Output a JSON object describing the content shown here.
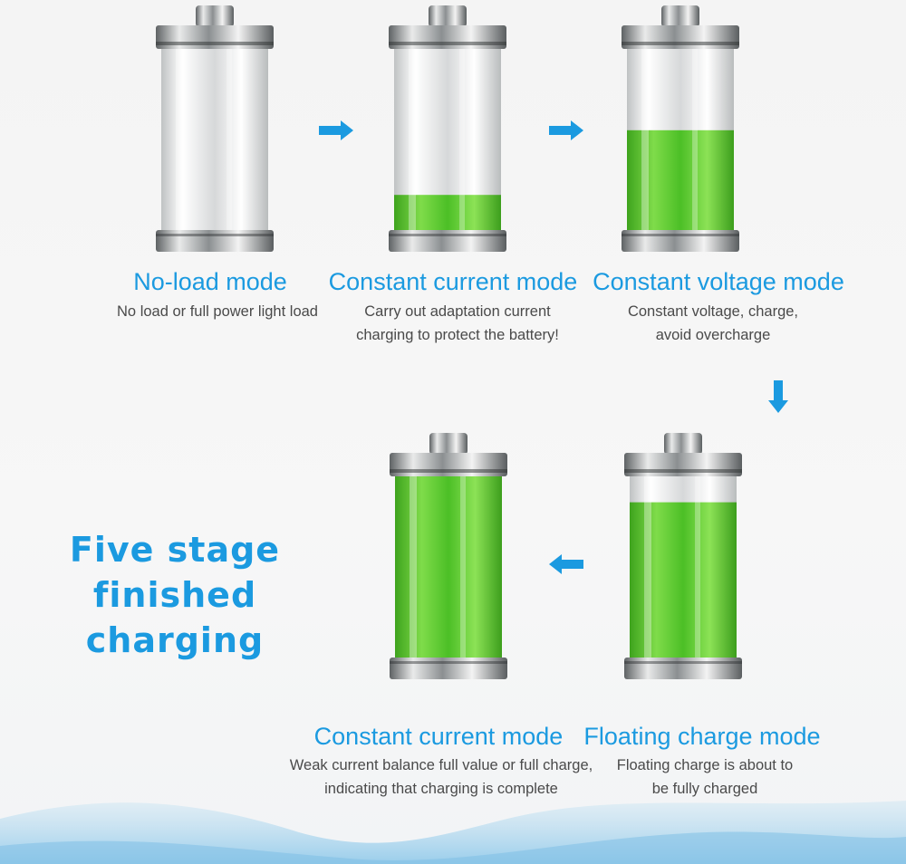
{
  "colors": {
    "accent": "#1b9ae0",
    "charge": "#5ccc33",
    "text": "#4a4a4a"
  },
  "headline": {
    "line1": "Five stage",
    "line2": "finished charging"
  },
  "stages": [
    {
      "title": "No-load mode",
      "desc": [
        "No load or full power light load"
      ],
      "fill_level": 0.0
    },
    {
      "title": "Constant current mode",
      "desc": [
        "Carry out adaptation current",
        "charging to protect the battery!"
      ],
      "fill_level": 0.2
    },
    {
      "title": "Constant voltage mode",
      "desc": [
        "Constant voltage, charge,",
        "avoid overcharge"
      ],
      "fill_level": 0.55
    },
    {
      "title": "Floating charge mode",
      "desc": [
        "Floating charge is about to",
        "be fully charged"
      ],
      "fill_level": 0.85
    },
    {
      "title": "Constant current mode",
      "desc": [
        "Weak current balance full value or full charge,",
        "indicating that charging is complete"
      ],
      "fill_level": 1.0
    }
  ],
  "arrows": [
    {
      "name": "arrow-right-1",
      "icon": "arrow-right-icon"
    },
    {
      "name": "arrow-right-2",
      "icon": "arrow-right-icon"
    },
    {
      "name": "arrow-down",
      "icon": "arrow-down-icon"
    },
    {
      "name": "arrow-left",
      "icon": "arrow-left-icon"
    }
  ]
}
